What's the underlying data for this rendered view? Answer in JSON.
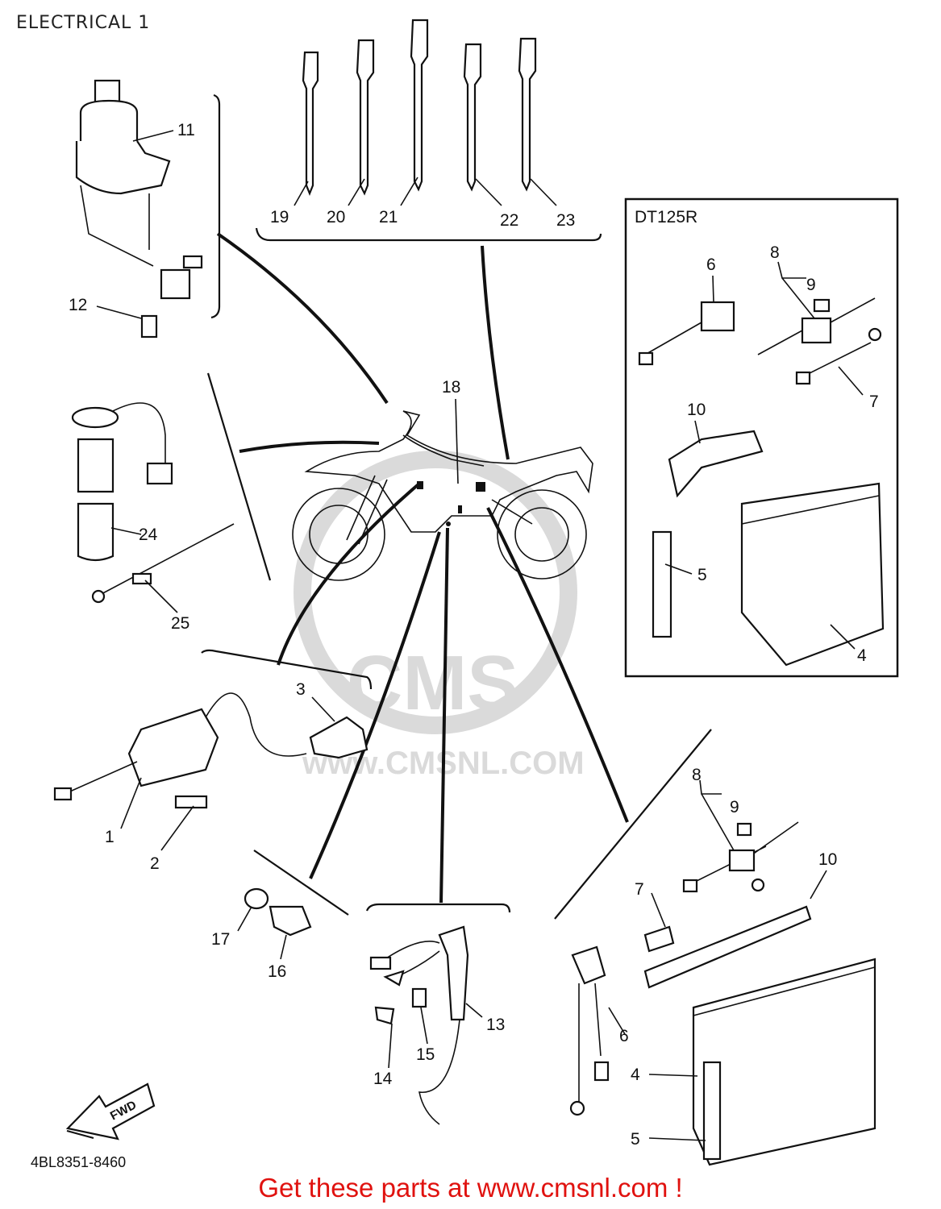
{
  "page": {
    "title": "ELECTRICAL 1"
  },
  "diagram_code": "4BL8351-8460",
  "inset_box": {
    "title": "DT125R"
  },
  "fwd_arrow": {
    "label": "FWD"
  },
  "watermark": {
    "logo": "CMS",
    "url": "www.CMSNL.COM"
  },
  "footer": {
    "link_text": "Get these parts at www.cmsnl.com !"
  },
  "callouts": {
    "main_switch": "11",
    "switch_screw": "12",
    "band_19": "19",
    "band_20": "20",
    "band_21": "21",
    "band_22": "22",
    "band_23": "23",
    "wire_harness": "18",
    "sensor_24": "24",
    "lead_25": "25",
    "inset_6": "6",
    "inset_8": "8",
    "inset_9": "9",
    "inset_7": "7",
    "inset_10": "10",
    "inset_5": "5",
    "inset_4": "4",
    "ignition_coil": "1",
    "coil_bolt": "2",
    "plug_cap": "3",
    "washer_17": "17",
    "switch_16": "16",
    "sensor_13": "13",
    "clamp_14": "14",
    "screw_15": "15",
    "bat_8": "8",
    "bat_9": "9",
    "bat_10": "10",
    "bat_7": "7",
    "bat_6": "6",
    "bat_4": "4",
    "bat_5": "5"
  },
  "colors": {
    "footer_red": "#e0120f",
    "line": "#111111",
    "watermark": "#d6d6d6"
  }
}
